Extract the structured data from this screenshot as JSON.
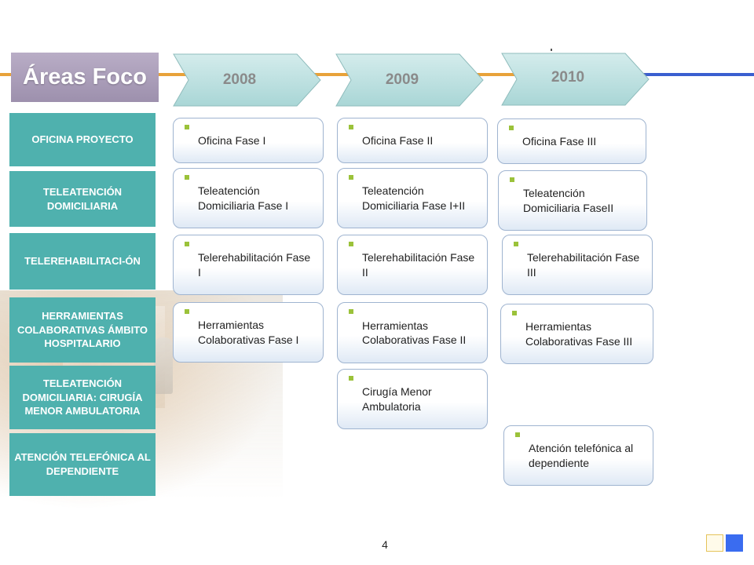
{
  "header": {
    "title": "Áreas Foco"
  },
  "years": [
    "2008",
    "2009",
    "2010"
  ],
  "categories": [
    "OFICINA PROYECTO",
    "TELEATENCIÓN DOMICILIARIA",
    "TELEREHABILITACI-ÓN",
    "HERRAMIENTAS COLABORATIVAS ÁMBITO HOSPITALARIO",
    "TELEATENCIÓN DOMICILIARIA: CIRUGÍA MENOR AMBULATORIA",
    "ATENCIÓN TELEFÓNICA AL DEPENDIENTE"
  ],
  "col2008": [
    "Oficina Fase I",
    "Teleatención Domiciliaria Fase I",
    "Telerehabilitación Fase I",
    "Herramientas Colaborativas Fase I"
  ],
  "col2009": [
    "Oficina Fase II",
    "Teleatención Domiciliaria Fase I+II",
    "Telerehabilitación Fase II",
    "Herramientas Colaborativas Fase II",
    "Cirugía Menor Ambulatoria"
  ],
  "col2010": [
    "Oficina Fase III",
    "Teleatención Domiciliaria FaseII",
    "Telerehabilitación Fase III",
    "Herramientas Colaborativas Fase III",
    "Atención telefónica al dependiente"
  ],
  "footer": {
    "page_number": "4"
  },
  "colors": {
    "accent_orange": "#e8a23a",
    "accent_blue": "#3a5fd0",
    "category_teal": "#4fb1ae",
    "bullet_green": "#9bc23a"
  }
}
